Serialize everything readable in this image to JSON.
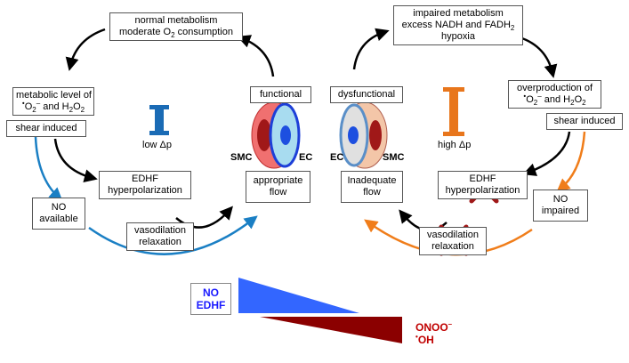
{
  "left": {
    "top_box": {
      "line1": "normal metabolism",
      "line2_pre": "moderate O",
      "line2_sub": "2",
      "line2_post": " consumption"
    },
    "metabolic_box": {
      "line1": "metabolic level of",
      "dot": "•",
      "o": "O",
      "o_sub": "2",
      "o_sup": "–",
      "and": " and H",
      "h_sub": "2",
      "o2": "O",
      "o2_sub": "2"
    },
    "shear_box": "shear induced",
    "functional_box": "functional",
    "delta_label": "low Δp",
    "smc_label": "SMC",
    "ec_label": "EC",
    "edhf_box": {
      "line1": "EDHF",
      "line2": "hyperpolarization"
    },
    "flow_box": {
      "line1": "appropriate",
      "line2": "flow"
    },
    "no_box": {
      "line1": "NO",
      "line2": "available"
    },
    "vaso_box": {
      "line1": "vasodilation",
      "line2": "relaxation"
    }
  },
  "right": {
    "top_box": {
      "line1": "impaired metabolism",
      "line2_pre": "excess NADH and FADH",
      "line2_sub": "2",
      "line3": "hypoxia"
    },
    "over_box": {
      "line1": "overproduction of",
      "dot": "•",
      "o": "O",
      "o_sub": "2",
      "o_sup": "–",
      "and": " and H",
      "h_sub": "2",
      "o2": "O",
      "o2_sub": "2"
    },
    "shear_box": "shear induced",
    "dysfunctional_box": "dysfunctional",
    "delta_label": "high Δp",
    "smc_label": "SMC",
    "ec_label": "EC",
    "edhf_box": {
      "line1": "EDHF",
      "line2": "hyperpolarization"
    },
    "flow_box": {
      "line1": "Inadequate",
      "line2": "flow"
    },
    "no_box": {
      "line1": "NO",
      "line2": "impaired"
    },
    "vaso_box": {
      "line1": "vasodilation",
      "line2": "relaxation"
    }
  },
  "legend": {
    "no_label": "NO",
    "edhf_label": "EDHF",
    "onoo_label": "ONOO",
    "onoo_sup": "–",
    "oh_dot": "•",
    "oh_label": "OH"
  },
  "colors": {
    "blue_arrow": "#1a7fc4",
    "orange_arrow": "#f07d1a",
    "blue_bar": "#1a6bb5",
    "orange_bar": "#e8761c",
    "smc_red": "#f07070",
    "smc_dark": "#a01818",
    "ec_light": "#a8dcf0",
    "ec_blue": "#1d3fd8",
    "wedge_blue": "#3366ff",
    "wedge_red": "#8b0000",
    "x_red": "#a01818",
    "onoo_text": "#c00000",
    "no_text": "#1a1aff"
  }
}
